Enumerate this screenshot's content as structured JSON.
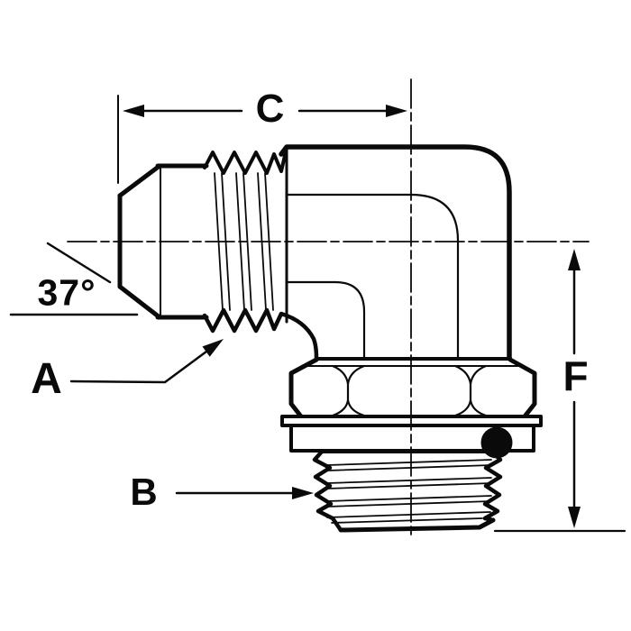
{
  "meta": {
    "background_color": "#ffffff",
    "line_color": "#0a0a0a",
    "description": "Technical line drawing: 90-degree elbow hydraulic adapter, 37-degree flare (JIC) male end to O-ring boss male end, side elevation with dimension callouts"
  },
  "labels": {
    "dim_c": "C",
    "angle": "37°",
    "callout_a": "A",
    "callout_b": "B",
    "dim_f": "F"
  },
  "parts": [
    "jic-flare-nose",
    "jic-male-threads",
    "elbow-body",
    "hex-wrench-flats",
    "washer-flange",
    "o-ring",
    "orb-male-threads"
  ]
}
